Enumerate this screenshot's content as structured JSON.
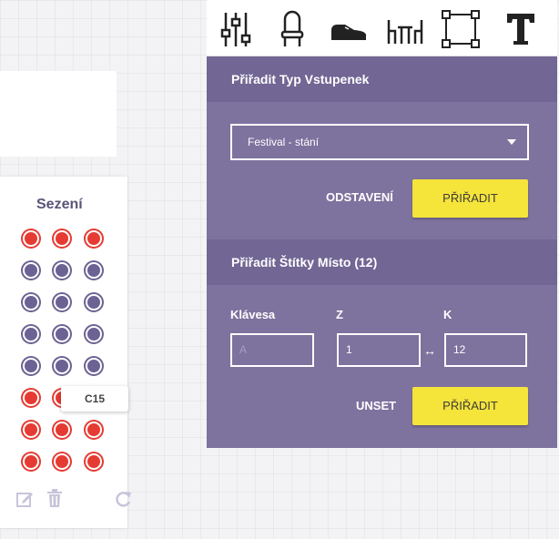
{
  "toolbar": {
    "tools": [
      "sliders-icon",
      "chair-icon",
      "shoe-icon",
      "table-icon",
      "select-box-icon",
      "text-icon"
    ]
  },
  "seating": {
    "title": "Sezení",
    "tooltip": "C15",
    "rows": [
      [
        "red",
        "red",
        "red"
      ],
      [
        "purple",
        "purple",
        "purple"
      ],
      [
        "purple",
        "purple",
        "purple"
      ],
      [
        "purple",
        "purple",
        "purple"
      ],
      [
        "purple",
        "purple",
        "purple"
      ],
      [
        "red",
        "red",
        "red"
      ],
      [
        "red",
        "red",
        "red"
      ],
      [
        "red",
        "red",
        "red"
      ]
    ],
    "actions": [
      "edit-icon",
      "trash-icon",
      "rotate-icon"
    ]
  },
  "ticket_type": {
    "heading": "Přiřadit Typ Vstupenek",
    "selected": "Festival - stání",
    "remove_label": "ODSTAVENÍ",
    "assign_label": "PŘIŘADIT"
  },
  "labels": {
    "heading": "Přiřadit Štítky Místo (12)",
    "key_label": "Klávesa",
    "key_placeholder": "A",
    "from_label": "Z",
    "from_value": "1",
    "to_label": "K",
    "to_value": "12",
    "unset_label": "UNSET",
    "assign_label": "PŘIŘADIT"
  },
  "colors": {
    "panel": "#7e729e",
    "section_header": "#716694",
    "accent": "#f5e43a",
    "seat_sold": "#e53b32",
    "seat_free": "#6c6293"
  }
}
